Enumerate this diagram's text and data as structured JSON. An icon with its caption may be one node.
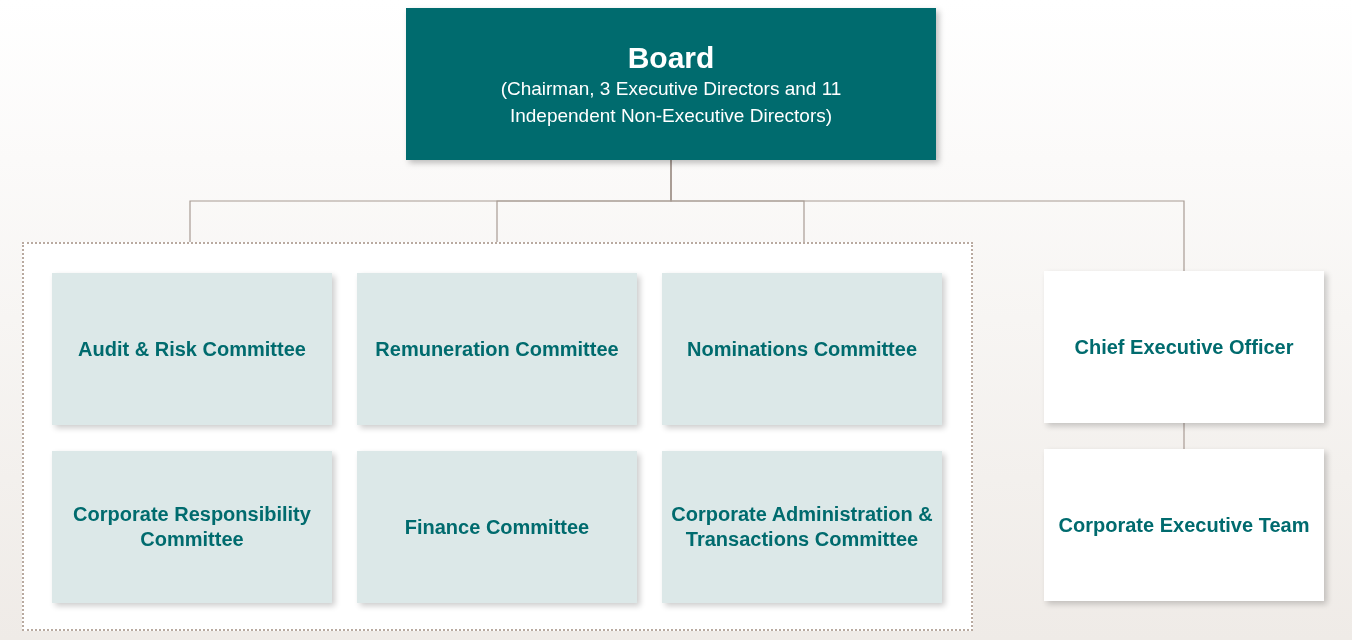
{
  "diagram": {
    "nodes": [
      {
        "text": [
          "Board",
          "(Chairman, 3 Executive Directors and 11 Independent Non-Executive Directors)"
        ]
      },
      {
        "text": [],
        "shape": "box"
      },
      {
        "text": [
          "Audit & Risk Committee"
        ],
        "in": 1
      },
      {
        "text": [
          "Remuneration Committee"
        ],
        "in": 1
      },
      {
        "text": [
          "Nominations Committee"
        ],
        "in": 1
      },
      {
        "text": [
          "Corporate Responsibility Committee"
        ],
        "in": 1
      },
      {
        "text": [
          "Finance Committee"
        ],
        "in": 1
      },
      {
        "text": [
          "Corporate Administration & Transactions Committee"
        ],
        "in": 1
      },
      {
        "text": [
          "Chief Executive Officer"
        ]
      },
      {
        "text": [
          "Corporate Executive Team"
        ]
      }
    ],
    "edges": [
      {
        "from": 0,
        "to": 1,
        "arrow": "none"
      },
      {
        "from": 0,
        "to": 1,
        "arrow": "none"
      },
      {
        "from": 0,
        "to": 1,
        "arrow": "none"
      },
      {
        "from": 0,
        "to": 8,
        "arrow": "none"
      },
      {
        "from": 8,
        "to": 9,
        "arrow": "none"
      }
    ]
  }
}
